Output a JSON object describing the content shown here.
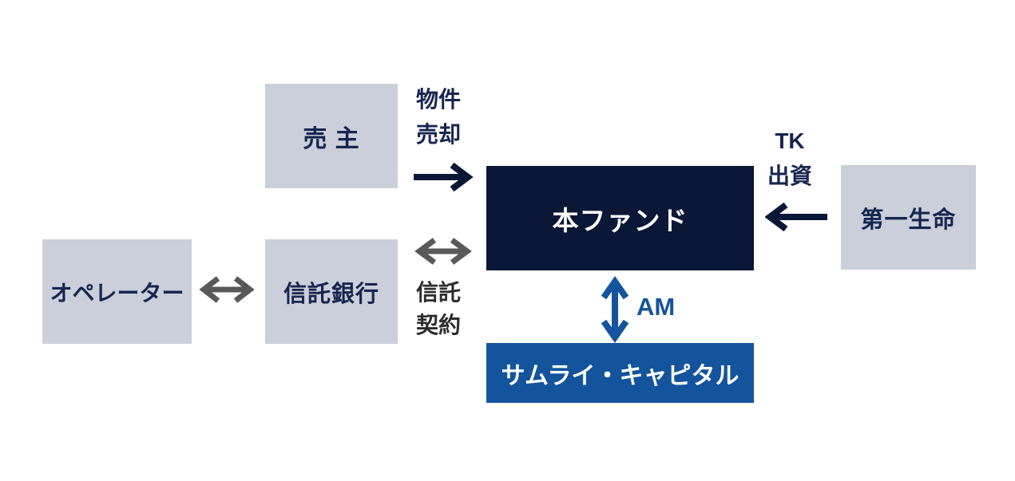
{
  "colors": {
    "navy": "#0b1736",
    "box-gray": "#cacfd9",
    "blue": "#14549c",
    "arrow-gray": "#595959",
    "text-navy": "#172550",
    "label-dark": "#2d2d2d"
  },
  "nodes": {
    "seller": {
      "label": "売 主"
    },
    "operator": {
      "label": "オペレーター"
    },
    "trust_bank": {
      "label": "信託銀行"
    },
    "fund": {
      "label": "本ファンド"
    },
    "dai_ichi_life": {
      "label": "第一生命"
    },
    "samurai_capital": {
      "label": "サムライ・キャピタル"
    }
  },
  "labels": {
    "property_sale": {
      "line1": "物件",
      "line2": "売却"
    },
    "tk_investment": {
      "line1": "TK",
      "line2": "出資"
    },
    "trust_agreement": {
      "line1": "信託",
      "line2": "契約"
    },
    "asset_management": "AM"
  }
}
